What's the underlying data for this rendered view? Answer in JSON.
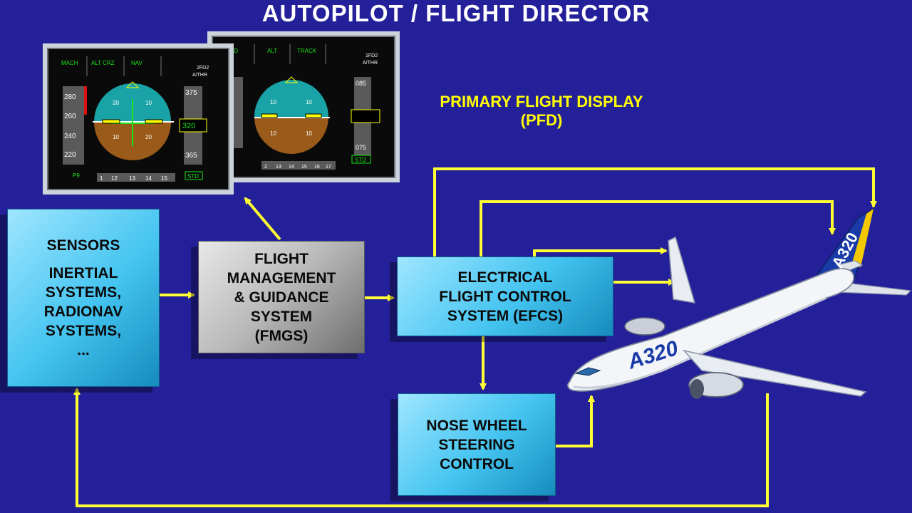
{
  "title": "AUTOPILOT / FLIGHT DIRECTOR",
  "pfd_label": {
    "line1": "PRIMARY FLIGHT DISPLAY",
    "line2": "(PFD)"
  },
  "boxes": {
    "sensors": [
      "SENSORS",
      "INERTIAL",
      "SYSTEMS,",
      "RADIONAV",
      "SYSTEMS,",
      "..."
    ],
    "fmgs": [
      "FLIGHT",
      "MANAGEMENT",
      "& GUIDANCE",
      "SYSTEM",
      "(FMGS)"
    ],
    "efcs": [
      "ELECTRICAL",
      "FLIGHT CONTROL",
      "SYSTEM (EFCS)"
    ],
    "nws": [
      "NOSE WHEEL",
      "STEERING",
      "CONTROL"
    ]
  },
  "pfd_left": {
    "fma": [
      "MACH",
      "ALT CRZ",
      "NAV",
      "2FD2",
      "A/THR"
    ],
    "speed_ticks": [
      "280",
      "260",
      "240",
      "220"
    ],
    "alt_ticks": [
      "375",
      "320",
      "365"
    ],
    "pitch_marks": [
      "20",
      "10",
      "10",
      "20"
    ],
    "heading": [
      "1",
      "12",
      "13",
      "14",
      "15"
    ],
    "bottom_left": "P9",
    "std": "STD"
  },
  "pfd_right": {
    "fma": [
      "SPEED",
      "ALT",
      "TRACK",
      "1FD2",
      "A/THR"
    ],
    "alt_ticks": [
      "085",
      "075"
    ],
    "pitch_marks": [
      "10",
      "10",
      "10",
      "10"
    ],
    "heading": [
      "2",
      "13",
      "14",
      "15",
      "16",
      "17"
    ],
    "std": "STD"
  },
  "aircraft": {
    "fuselage_text": "A320",
    "tail_text": "A320"
  },
  "colors": {
    "background": "#24209a",
    "arrow": "#ffff33",
    "title": "#ffffff",
    "label": "#ffff00",
    "sky": "#1aa3a6",
    "ground": "#9a5a1a"
  }
}
